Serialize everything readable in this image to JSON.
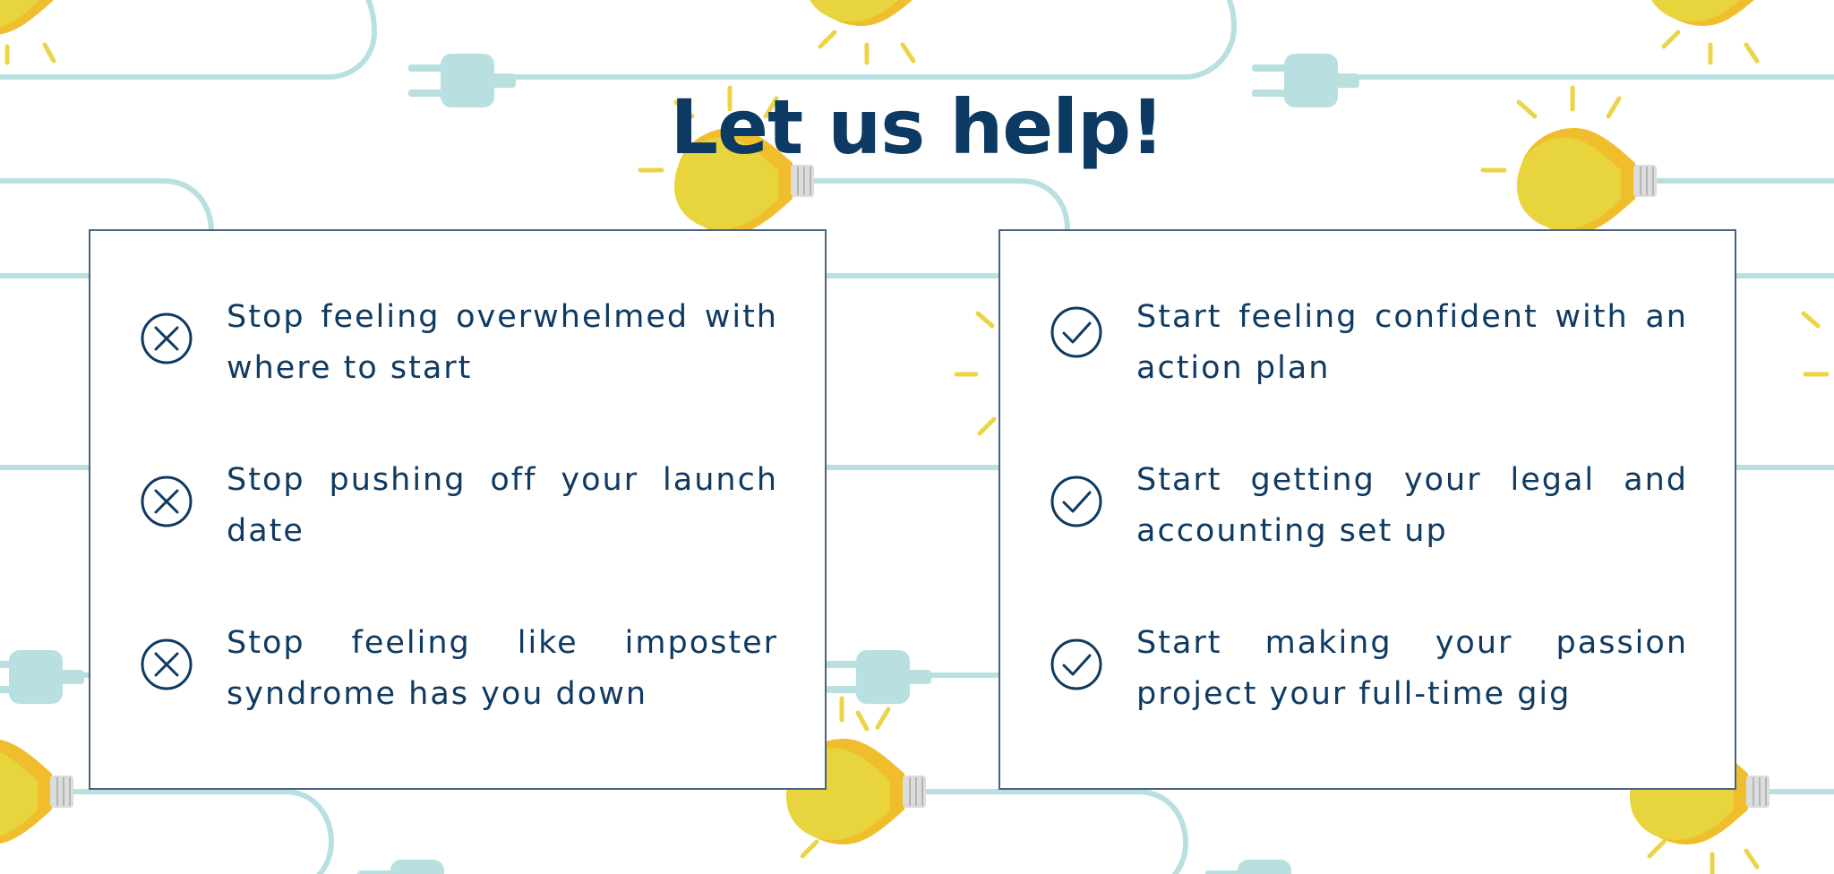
{
  "title": "Let us help!",
  "colors": {
    "title": "#0c3a62",
    "text": "#0f3a62",
    "panel_border": "#4a6380",
    "cord": "#b8e0e0",
    "bulb": "#e8d43d",
    "bulb_shade": "#f0be2c"
  },
  "stop_panel": {
    "icon": "x-circle-icon",
    "items": [
      {
        "text": "Stop feeling overwhelmed with where to start"
      },
      {
        "text": "Stop pushing off your launch date"
      },
      {
        "text": "Stop feeling like imposter syndrome has you down"
      }
    ]
  },
  "start_panel": {
    "icon": "check-circle-icon",
    "items": [
      {
        "text": "Start feeling confident with an action plan"
      },
      {
        "text": "Start getting your legal and accounting set up"
      },
      {
        "text": "Start making your passion project your full-time gig"
      }
    ]
  }
}
